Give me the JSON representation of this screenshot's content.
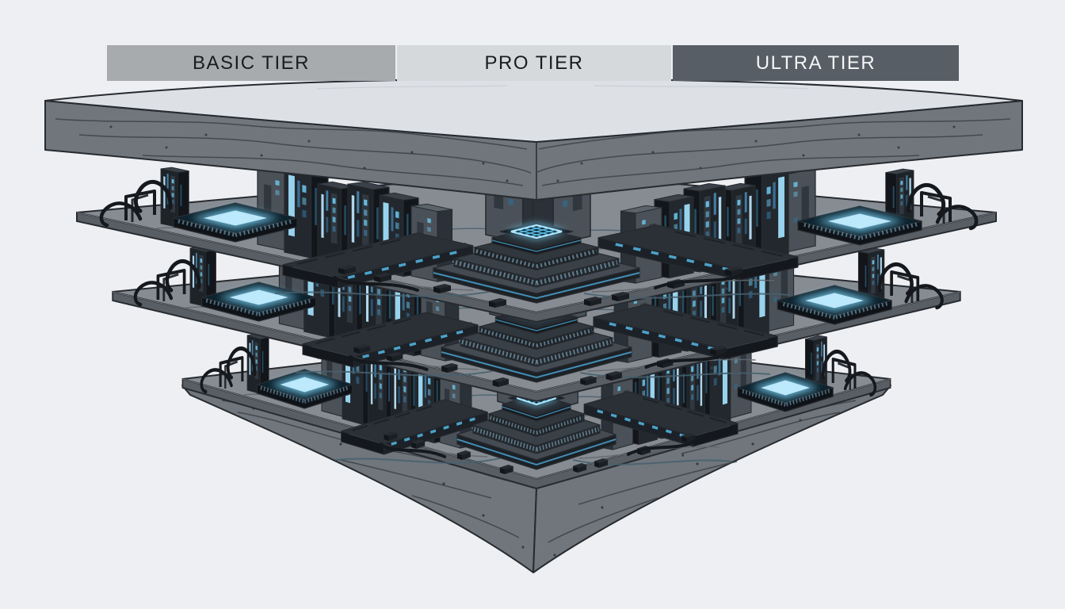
{
  "page": {
    "background": "#edeff2"
  },
  "header": {
    "tiers": [
      {
        "label": "BASIC TIER",
        "background": "#a8abae",
        "text_color": "#1a1b1d"
      },
      {
        "label": "PRO TIER",
        "background": "#d6d9dc",
        "text_color": "#1a1b1d"
      },
      {
        "label": "ULTRA TIER",
        "background": "#575e66",
        "text_color": "#f4f6f7"
      }
    ]
  },
  "illustration": {
    "layer_count": 3,
    "layers": [
      {
        "name": "circuit-layer-1"
      },
      {
        "name": "circuit-layer-2"
      },
      {
        "name": "circuit-layer-3"
      }
    ],
    "colors": {
      "outline": "#272b30",
      "terrain_face": "#70767c",
      "terrain_top": "#dde1e6",
      "board": "#878c92",
      "board_side": "#595e64",
      "component_dark": "#1d2126",
      "glow_blue": "#7fd6fa",
      "glow_core": "#c2ecff",
      "accent_blue": "#4da9d8"
    }
  }
}
